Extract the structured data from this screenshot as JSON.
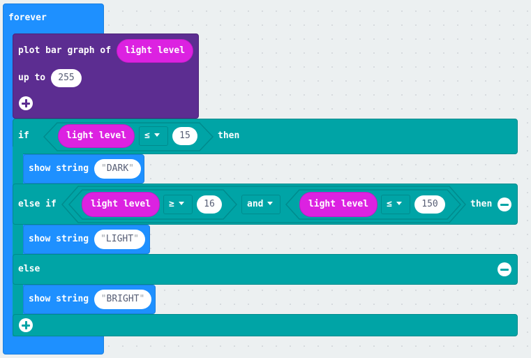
{
  "forever": {
    "label": "forever"
  },
  "plot": {
    "label": "plot bar graph of",
    "value_label": "light level",
    "up_to_label": "up to",
    "up_to_value": "255"
  },
  "if_block": {
    "if_label": "if",
    "cond1": {
      "left": "light level",
      "op": "≤",
      "right": "15"
    },
    "then_label": "then",
    "show1": {
      "label": "show string",
      "value": "DARK"
    },
    "else_if_label": "else if",
    "cond2a": {
      "left": "light level",
      "op": "≥",
      "right": "16"
    },
    "and_label": "and",
    "cond2b": {
      "left": "light level",
      "op": "≤",
      "right": "150"
    },
    "then2_label": "then",
    "show2": {
      "label": "show string",
      "value": "LIGHT"
    },
    "else_label": "else",
    "show3": {
      "label": "show string",
      "value": "BRIGHT"
    }
  },
  "quote_open": "\"",
  "quote_close": "\"",
  "icons": [
    "plus-icon",
    "minus-icon"
  ],
  "colors": {
    "forever": "#1e90ff",
    "plot": "#5c2d91",
    "logic": "#00a4a6",
    "reporter": "#dc22e1"
  }
}
